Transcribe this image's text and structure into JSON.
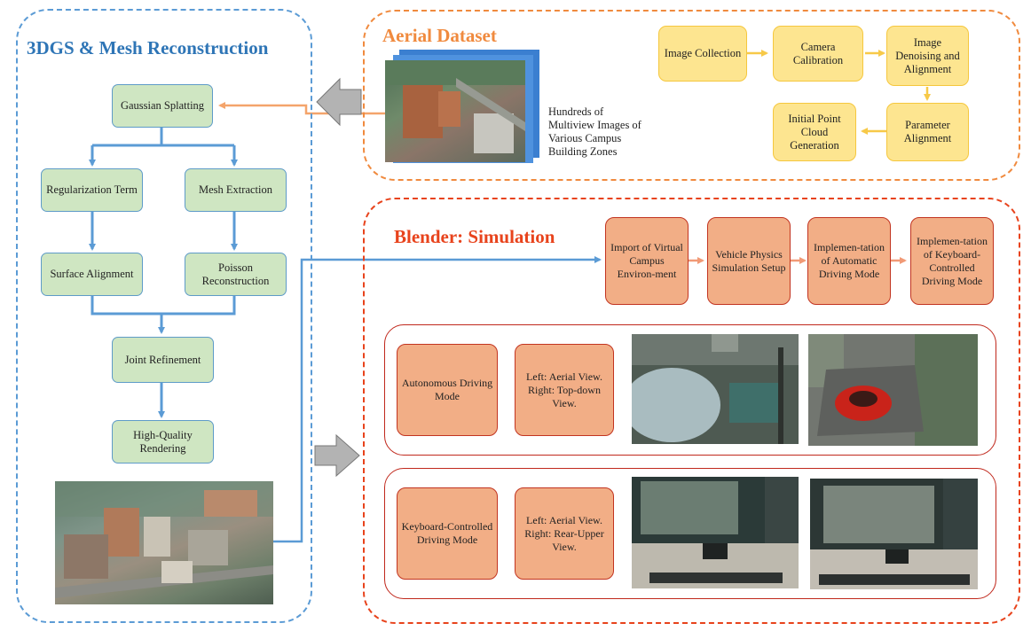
{
  "panels": {
    "reconstruction": {
      "title": "3DGS & Mesh Reconstruction",
      "nodes": {
        "gaussian": "Gaussian Splatting",
        "regularization": "Regularization Term",
        "mesh_extraction": "Mesh Extraction",
        "surface_alignment": "Surface Alignment",
        "poisson": "Poisson Reconstruction",
        "joint_refinement": "Joint Refinement",
        "rendering": "High-Quality Rendering"
      }
    },
    "aerial": {
      "title": "Aerial Dataset",
      "caption": "Hundreds of Multiview Images of Various Campus Building Zones",
      "steps": {
        "image_collection": "Image Collection",
        "camera_calibration": "Camera Calibration",
        "denoising": "Image Denoising and Alignment",
        "parameter_alignment": "Parameter Alignment",
        "point_cloud": "Initial Point Cloud Generation"
      }
    },
    "simulation": {
      "title": "Blender: Simulation",
      "steps": {
        "import": "Import of Virtual Campus Environ-ment",
        "physics": "Vehicle Physics Simulation Setup",
        "automatic": "Implemen-tation of Automatic Driving Mode",
        "keyboard": "Implemen-tation of Keyboard-Controlled Driving Mode"
      },
      "rows": [
        {
          "mode": "Autonomous Driving Mode",
          "views": "Left: Aerial View. Right: Top-down View."
        },
        {
          "mode": "Keyboard-Controlled Driving Mode",
          "views": "Left: Aerial View. Right: Rear-Upper View."
        }
      ]
    }
  },
  "colors": {
    "blue": "#5b9bd5",
    "orange": "#f4a46b",
    "red": "#e8431c",
    "yellow": "#fde590",
    "green": "#cfe6c2",
    "salmon": "#f2ae86"
  }
}
